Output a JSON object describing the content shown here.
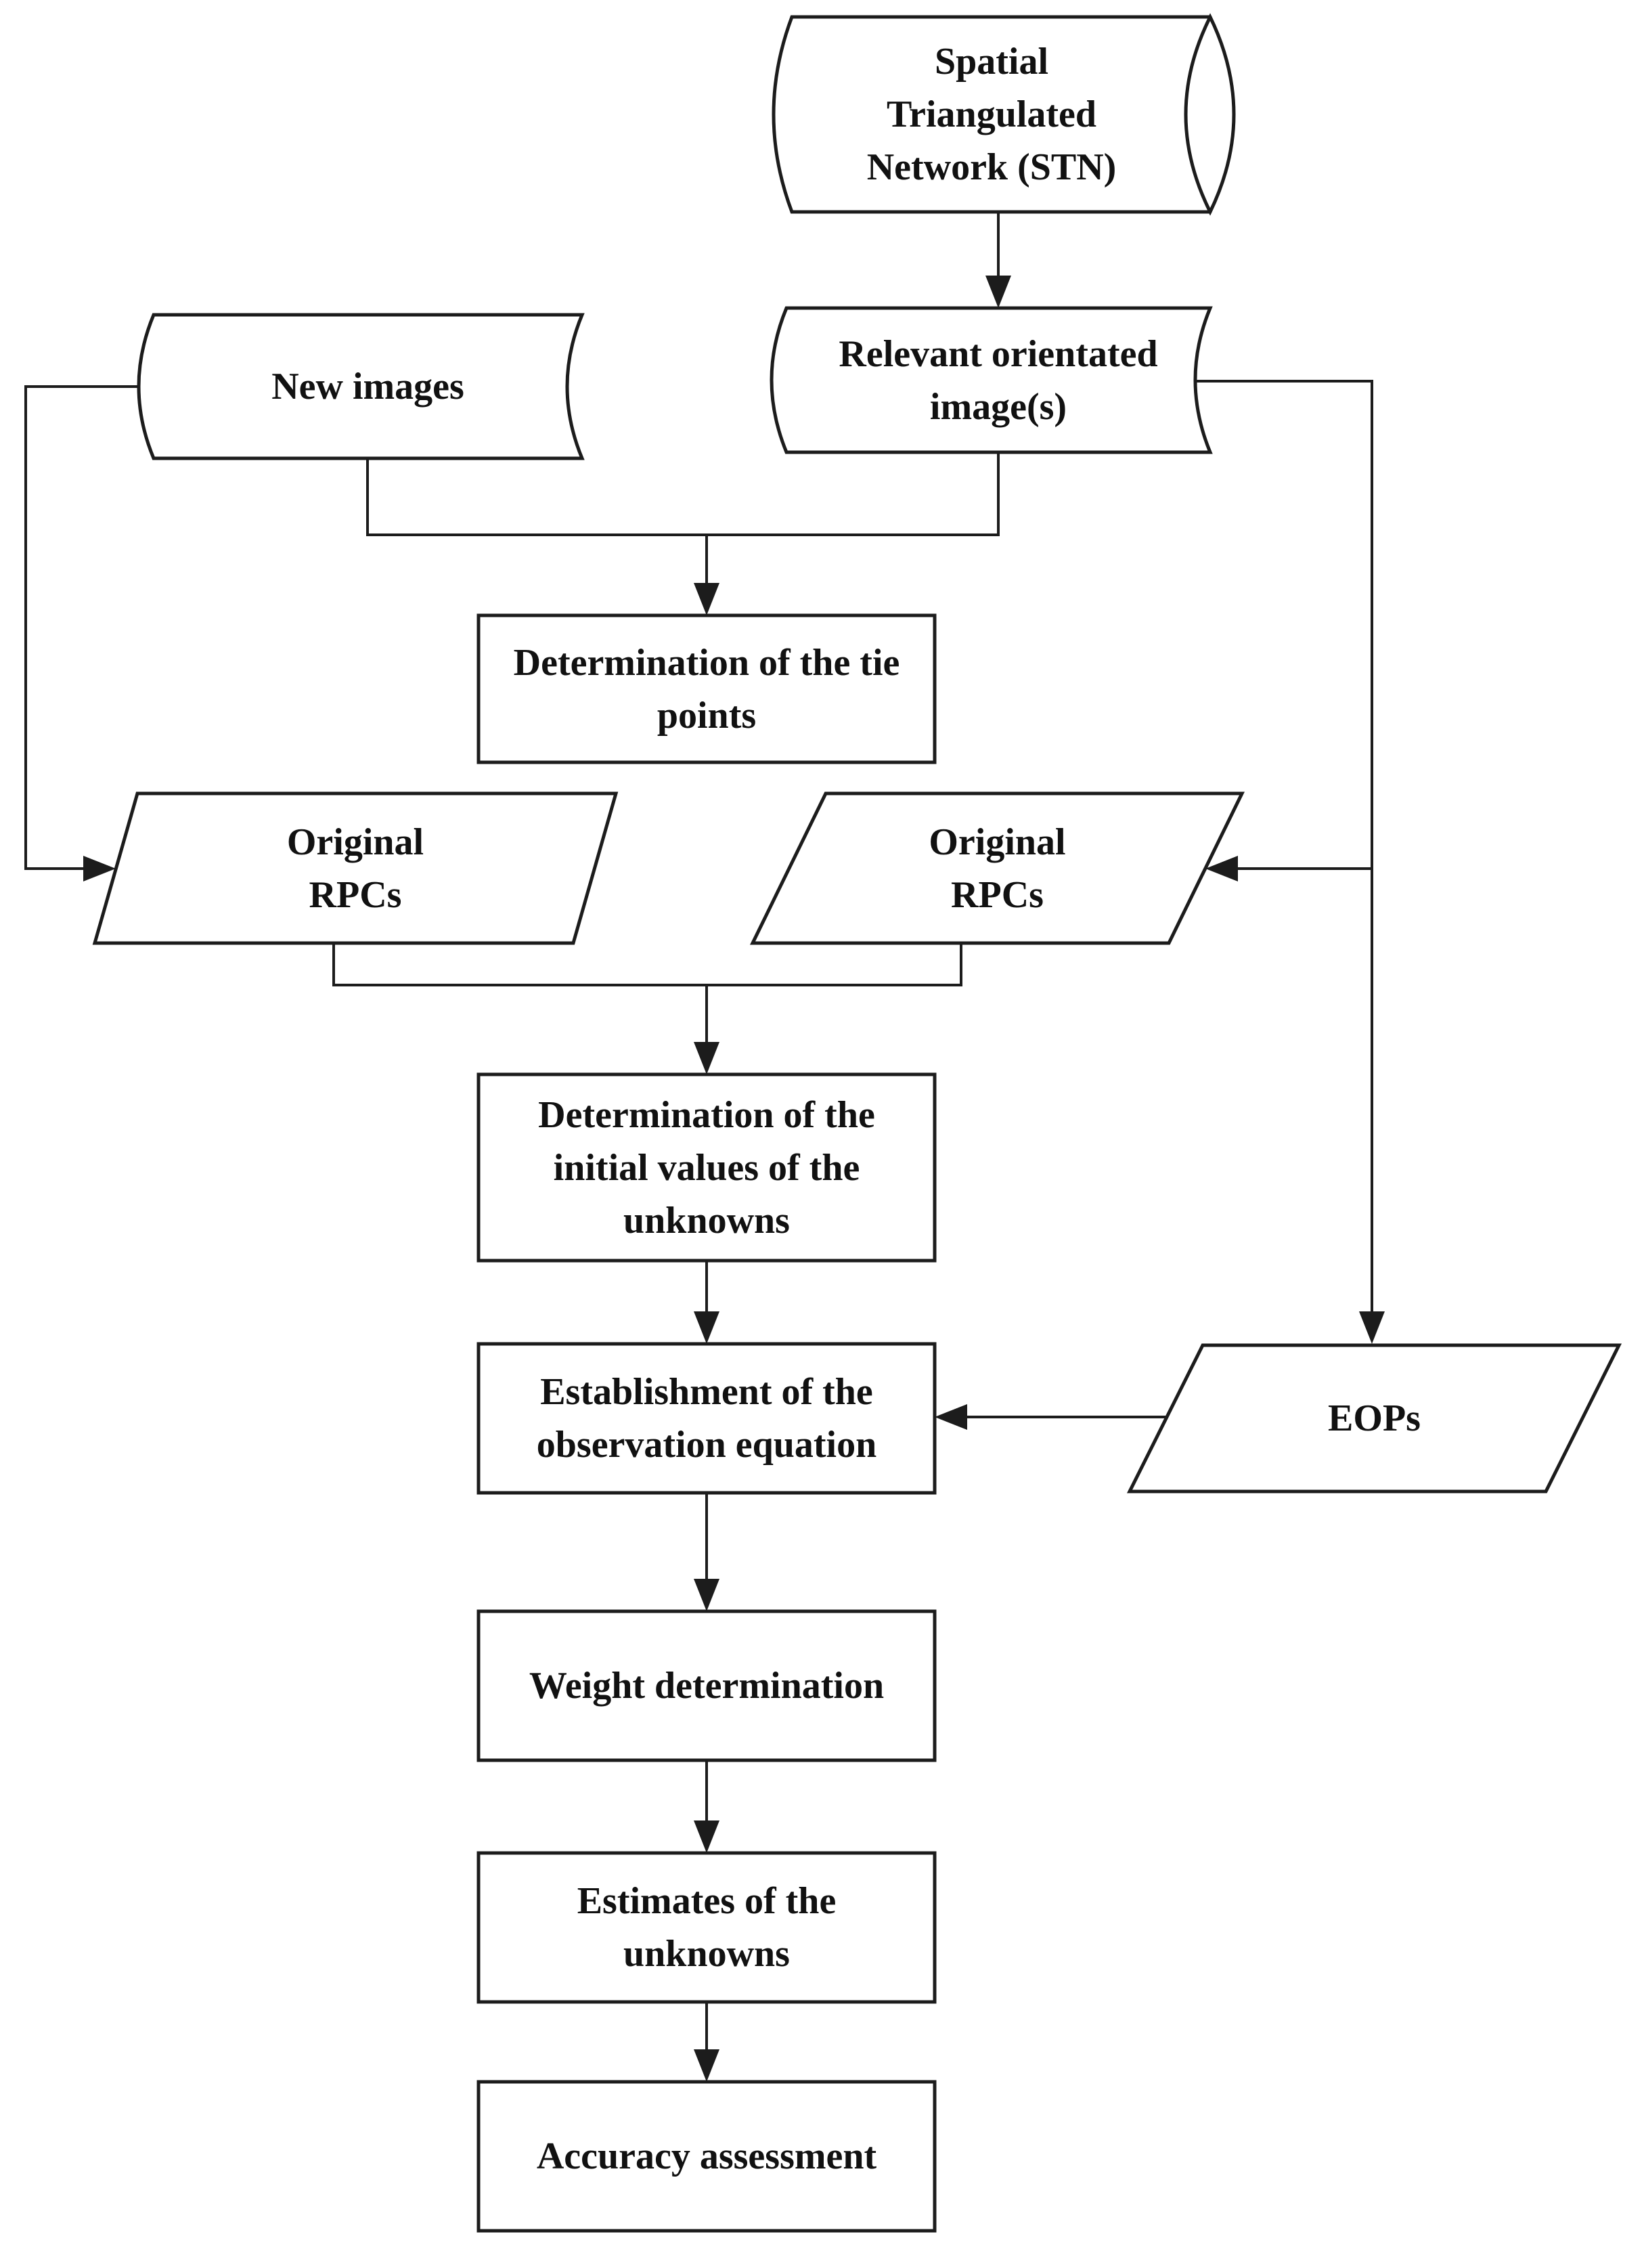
{
  "figure": {
    "type": "flowchart",
    "background_color": "#ffffff",
    "stroke_color": "#1c1c1c",
    "text_color": "#111111",
    "nodes": {
      "stn": {
        "label": "Spatial\nTriangulated\nNetwork (STN)",
        "shape": "cylinder"
      },
      "new_images": {
        "label": "New images",
        "shape": "stored-data"
      },
      "relevant_images": {
        "label": "Relevant orientated\nimage(s)",
        "shape": "stored-data"
      },
      "tie_points": {
        "label": "Determination of the tie\npoints",
        "shape": "process"
      },
      "original_rpcs_left": {
        "label": "Original\nRPCs",
        "shape": "parallelogram"
      },
      "original_rpcs_right": {
        "label": "Original\nRPCs",
        "shape": "parallelogram"
      },
      "initial_values": {
        "label": "Determination of the\ninitial values of the\nunknowns",
        "shape": "process"
      },
      "observation_equation": {
        "label": "Establishment of the\nobservation equation",
        "shape": "process"
      },
      "eops": {
        "label": "EOPs",
        "shape": "parallelogram"
      },
      "weight_determination": {
        "label": "Weight determination",
        "shape": "process"
      },
      "estimates": {
        "label": "Estimates of the\nunknowns",
        "shape": "process"
      },
      "accuracy_assessment": {
        "label": "Accuracy assessment",
        "shape": "process"
      }
    },
    "edges": [
      {
        "from": "stn",
        "to": "relevant_images",
        "arrow": true
      },
      {
        "from": "new_images",
        "to": "tie_points",
        "arrow": true,
        "note": "merges with relevant_images"
      },
      {
        "from": "relevant_images",
        "to": "tie_points",
        "arrow": true,
        "note": "merges with new_images"
      },
      {
        "from": "new_images",
        "to": "original_rpcs_left",
        "arrow": true,
        "route": "left side"
      },
      {
        "from": "relevant_images",
        "to": "original_rpcs_right",
        "arrow": true,
        "route": "right side"
      },
      {
        "from": "relevant_images",
        "to": "eops",
        "arrow": true,
        "route": "right side"
      },
      {
        "from": "original_rpcs_left",
        "to": "initial_values",
        "arrow": true,
        "note": "merges with original_rpcs_right"
      },
      {
        "from": "original_rpcs_right",
        "to": "initial_values",
        "arrow": true,
        "note": "merges with original_rpcs_left"
      },
      {
        "from": "initial_values",
        "to": "observation_equation",
        "arrow": true
      },
      {
        "from": "eops",
        "to": "observation_equation",
        "arrow": true
      },
      {
        "from": "observation_equation",
        "to": "weight_determination",
        "arrow": true
      },
      {
        "from": "weight_determination",
        "to": "estimates",
        "arrow": true
      },
      {
        "from": "estimates",
        "to": "accuracy_assessment",
        "arrow": true
      }
    ]
  }
}
